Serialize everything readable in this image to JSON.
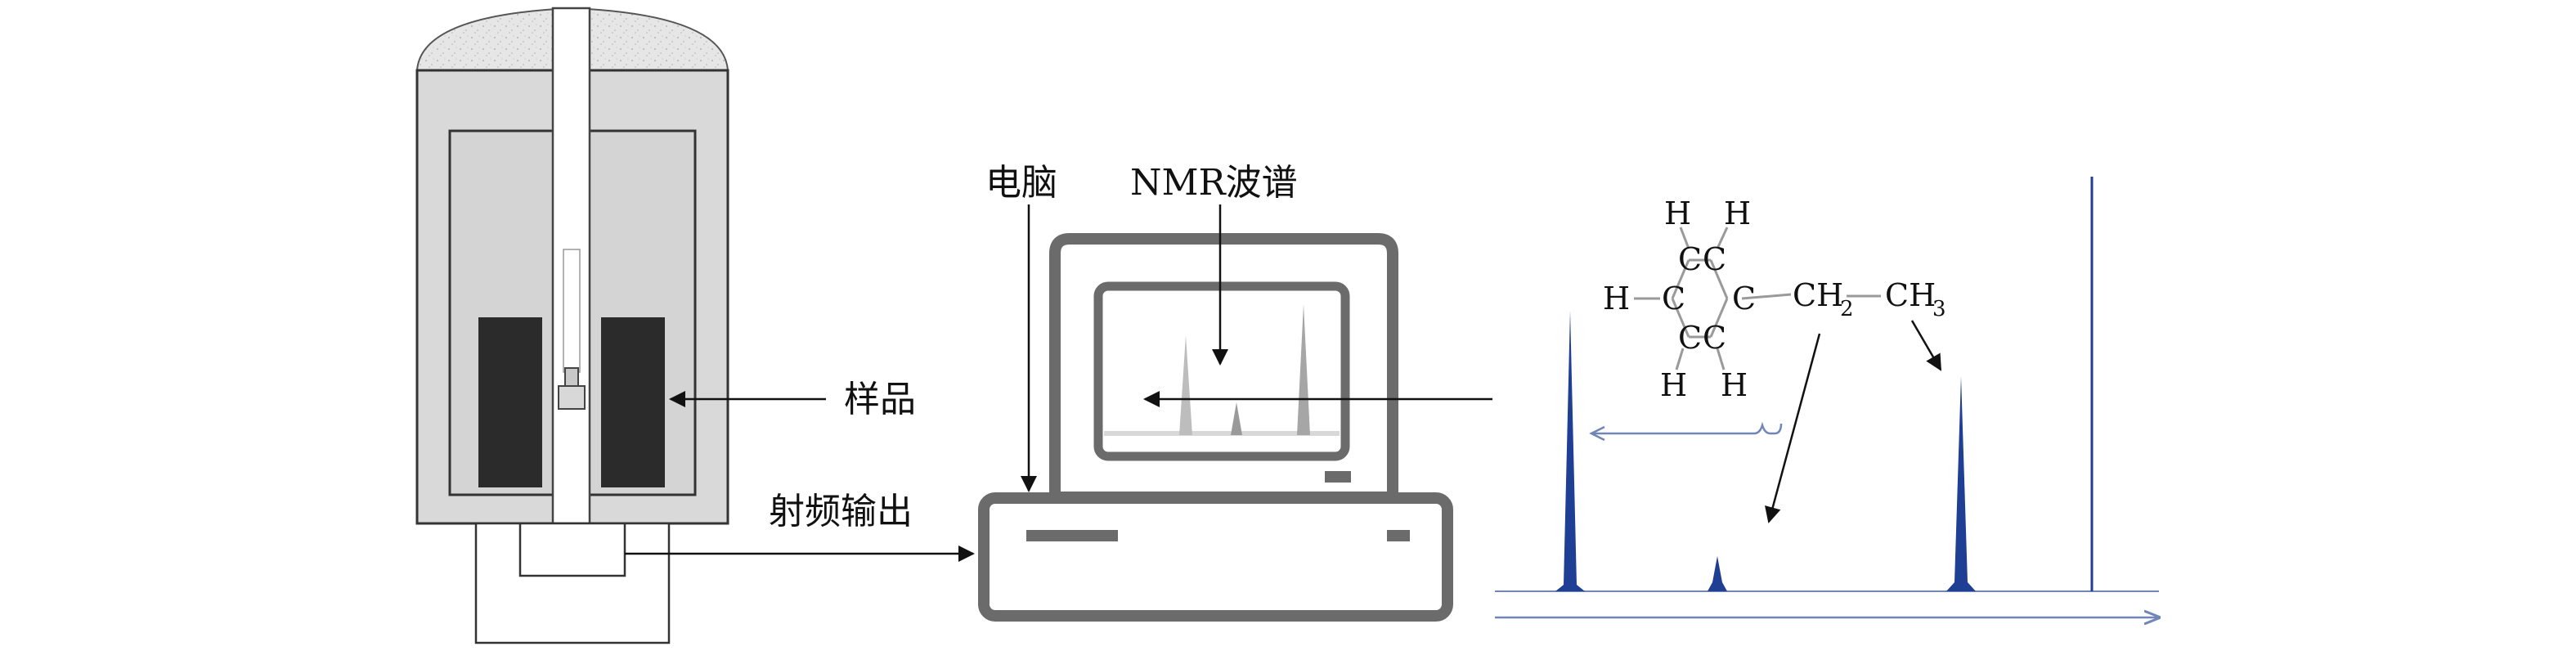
{
  "labels": {
    "sample": "样品",
    "rf_output": "射频输出",
    "computer": "电脑",
    "nmr_spectrum": "NMR波谱"
  },
  "molecule": {
    "h_top_left": "H",
    "h_top_right": "H",
    "h_left": "H",
    "h_bottom_left": "H",
    "h_bottom_right": "H",
    "ring_carbon": "C",
    "ch2_main": "CH",
    "ch2_sub": "2",
    "ch3_main": "CH",
    "ch3_sub": "3"
  },
  "colors": {
    "magnet_fill": "#d9d9d9",
    "coil_fill": "#2b2b2b",
    "computer_gray": "#6b6b6b",
    "spectrum_blue": "#1f3f95",
    "axis_blue": "#6f86b6"
  }
}
